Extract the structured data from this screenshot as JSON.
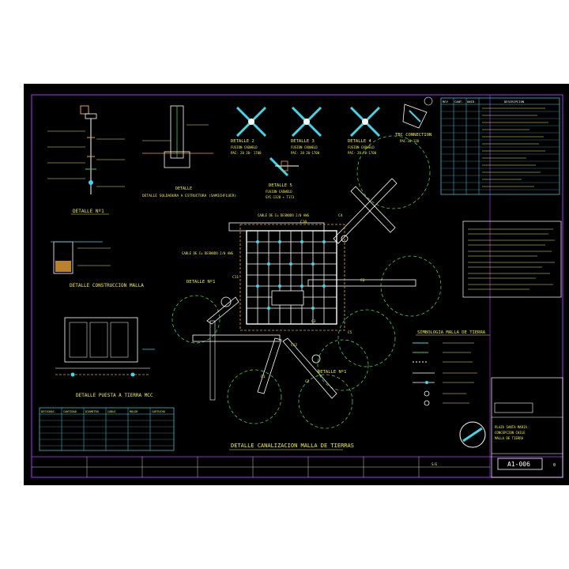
{
  "titles": {
    "detalle_n1_left": "DETALLE Nº1",
    "detalle_construccion_malla": "DETALLE CONSTRUCCION MALLA",
    "detalle_puesta_tierra": "DETALLE PUESTA A TIERRA MCC",
    "detalle_soldadura": "DETALLE SOLDADURA A ESTRUCTURA (SAMICHFLUER)",
    "detalle_2": "DETALLE 2",
    "detalle_3": "DETALLE 3",
    "detalle_4": "DETALLE 4",
    "detalle_5": "DETALLE 5",
    "detalle_1_mid": "DETALLE Nº1",
    "detalle_1_bottom": "DETALLE Nº1",
    "tbc_connection": "TBC CONNECTION",
    "main_title": "DETALLE CANALIZACION MALLA DE TIERRAS",
    "simbologia": "SIMBOLOGIA MALLA DE TIERRA"
  },
  "subtitles": {
    "det2": "FUSION CADWELD",
    "det2_code": "PAC- 20 20- 1700",
    "det3": "FUSION CADWELD",
    "det3_code": "PAC- 20 20-1700",
    "det4": "FUSION CADWELD",
    "det4_code": "PAC- 20 70-1700",
    "det5": "FUSION CADWELD",
    "det5_code": "GYC-1320 + T173",
    "tbc_code": "PAC-20-120",
    "cable_top": "CABLE DE Cu DESNUDO 2/0 AWG",
    "cable_left": "CABLE DE Cu DESNUDO 2/0 AWG"
  },
  "labels": {
    "c1": "C1",
    "c2": "C2",
    "c3": "C3",
    "c4": "C4",
    "c5": "C5",
    "c6": "C6",
    "c10": "C10",
    "c11": "C11",
    "c12": "C12"
  },
  "project": {
    "line1": "PLAZA SANTA MARIA",
    "line2": "CONCEPCION CHILE",
    "line3": "MALLA DE TIERRA",
    "sheet": "A1-006",
    "scale": "S/E",
    "rev": "0"
  },
  "revision_table": {
    "headers": [
      "REV",
      "CANT.",
      "UNID.",
      "DESCRIPCION"
    ],
    "rows": 13
  },
  "bottom_table": {
    "headers": [
      "DESIGNAC.",
      "CANTIDAD",
      "DIAMETRO",
      "CABLE",
      "MOLDE",
      "CARTUCHO"
    ],
    "rows": 6
  },
  "colors": {
    "frame": "#8e2bd6",
    "text_yellow": "#f2ee3c",
    "grid_white": "#ffffff",
    "circle_green": "#3bd163",
    "cyan": "#3fd7e8",
    "orange": "#e8a23c"
  }
}
